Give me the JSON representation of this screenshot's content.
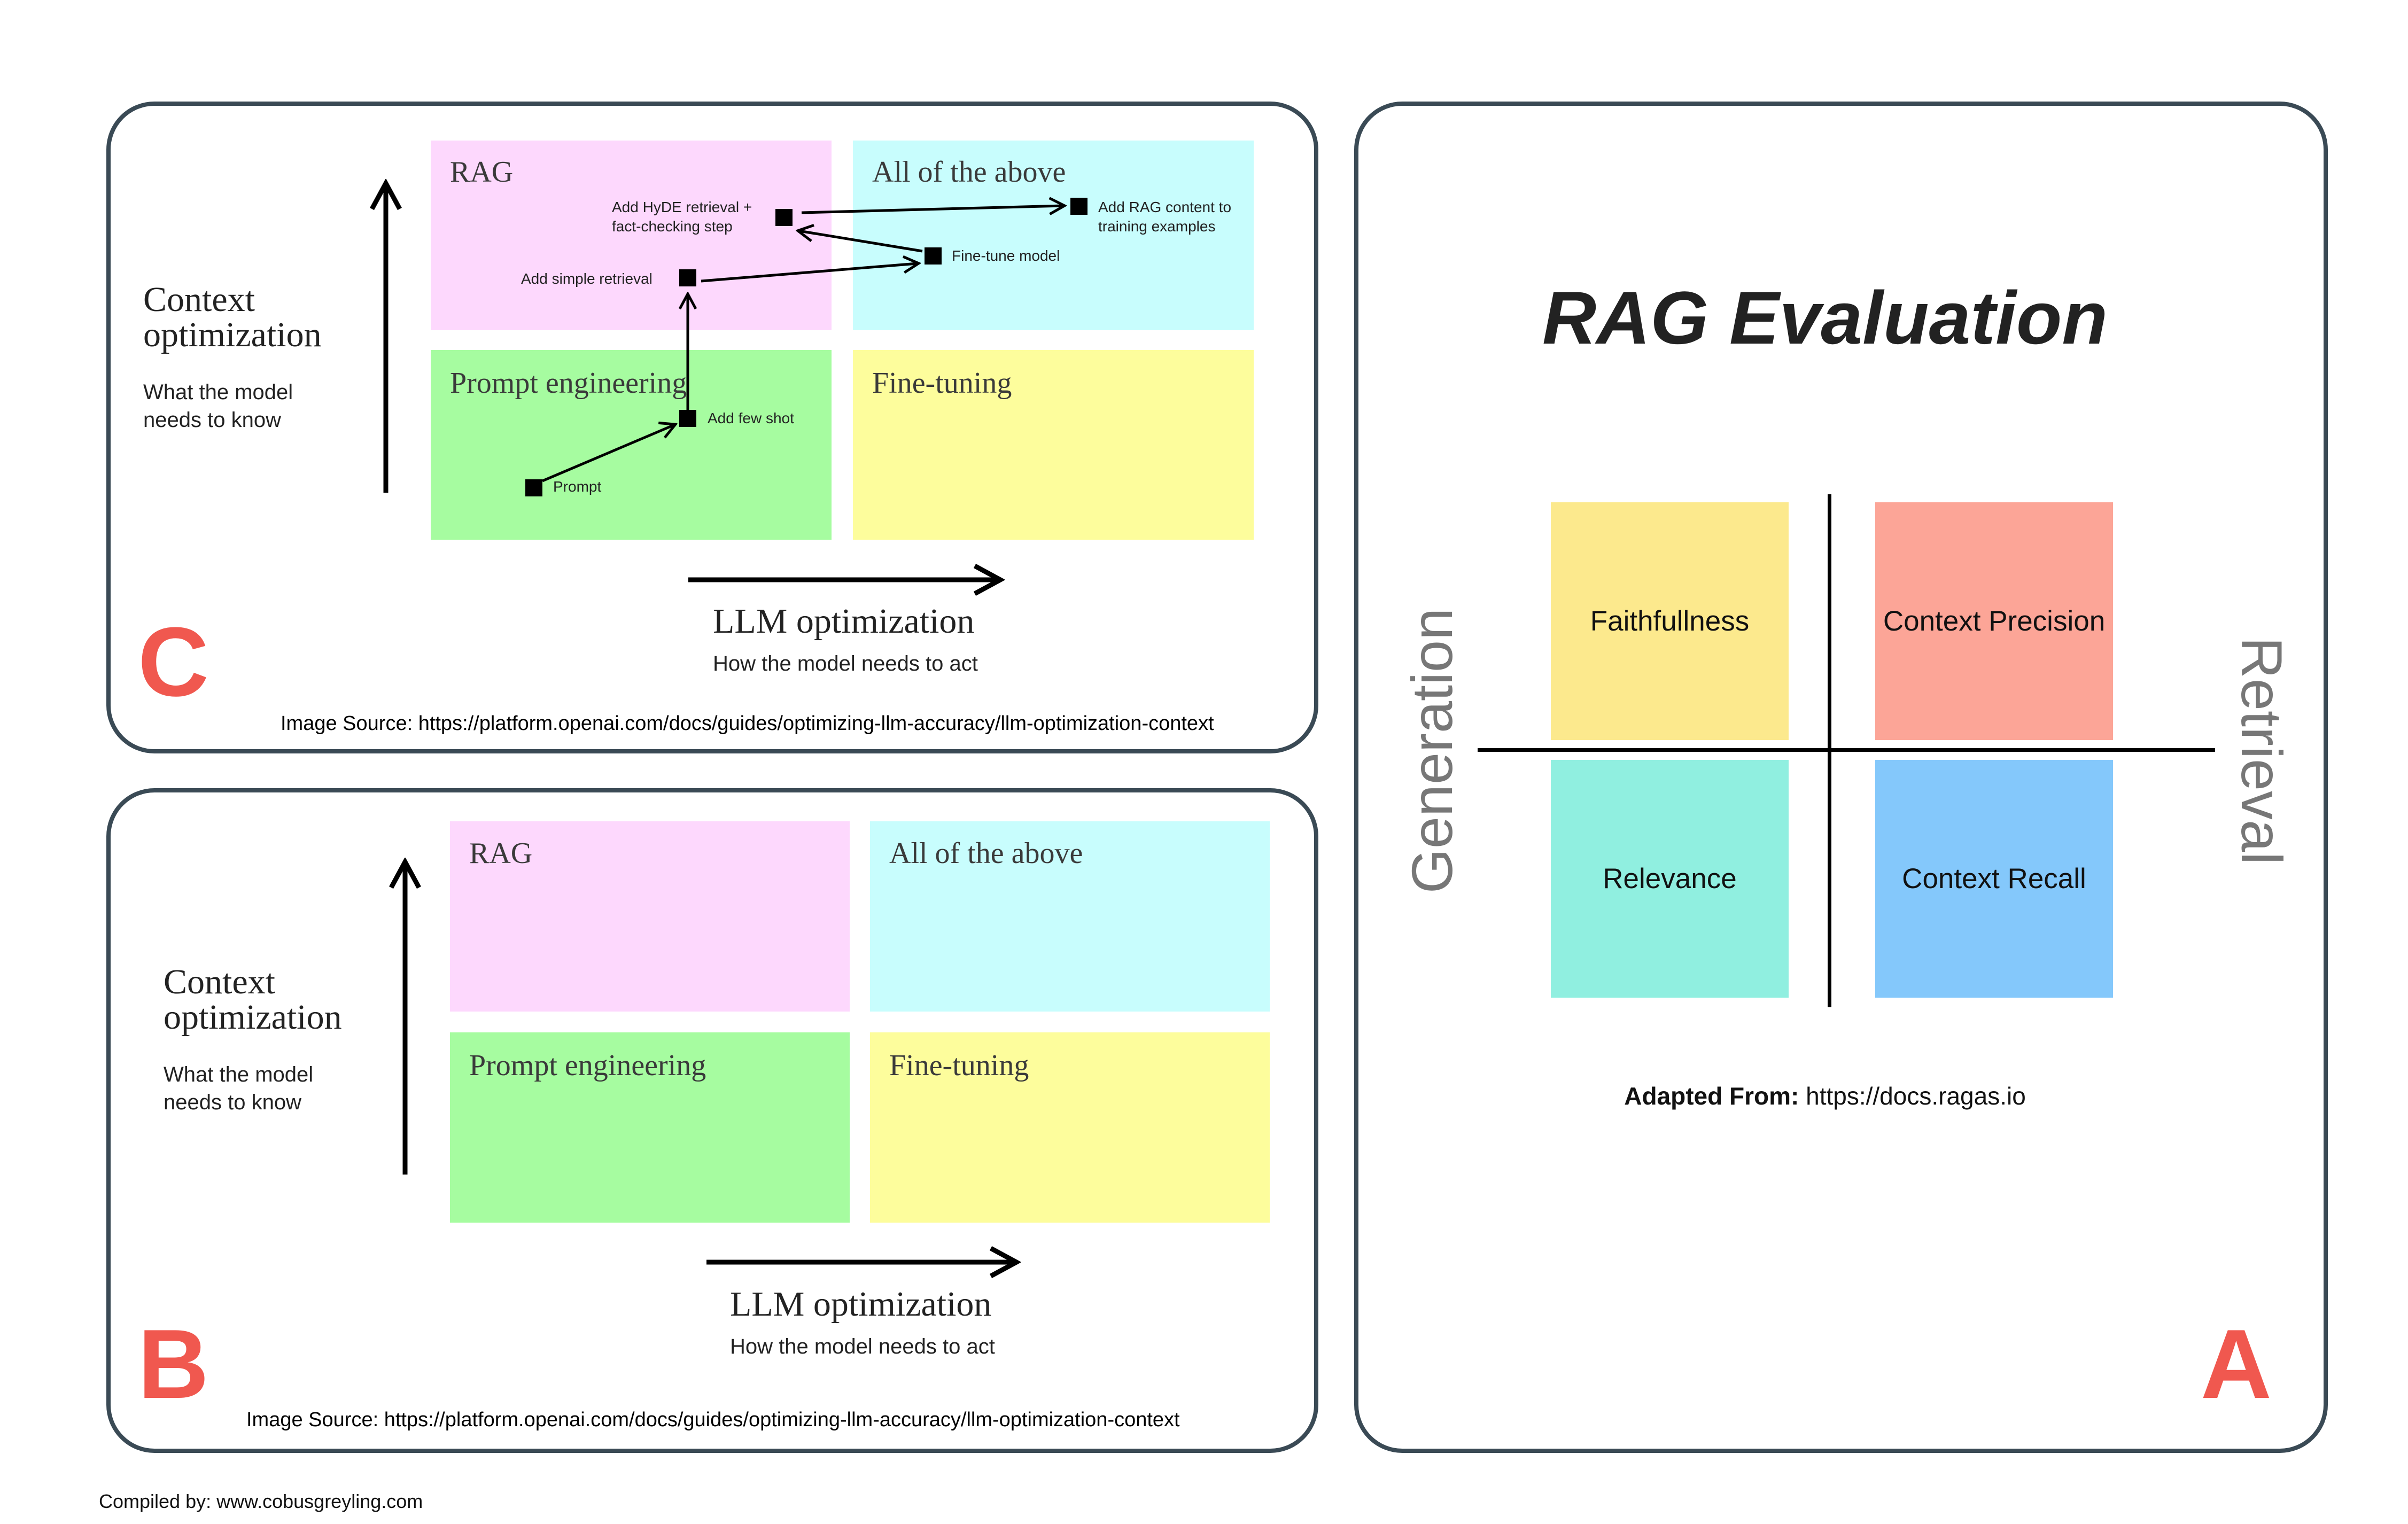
{
  "panel_c": {
    "letter": "C",
    "quadrants": {
      "rag": "RAG",
      "all": "All of the above",
      "prompt": "Prompt engineering",
      "finetune": "Fine-tuning"
    },
    "y_axis": {
      "title": "Context\noptimization",
      "subtitle": "What the model\nneeds to know"
    },
    "x_axis": {
      "title": "LLM optimization",
      "subtitle": "How the model needs to act"
    },
    "points": {
      "prompt": "Prompt",
      "few_shot": "Add few shot",
      "simple_retrieval": "Add simple retrieval",
      "hyde": "Add HyDE retrieval +\nfact-checking step",
      "fine_tune": "Fine-tune model",
      "rag_content": "Add RAG content to\ntraining examples"
    },
    "source": "Image Source: https://platform.openai.com/docs/guides/optimizing-llm-accuracy/llm-optimization-context"
  },
  "panel_b": {
    "letter": "B",
    "quadrants": {
      "rag": "RAG",
      "all": "All of the above",
      "prompt": "Prompt engineering",
      "finetune": "Fine-tuning"
    },
    "y_axis": {
      "title": "Context\noptimization",
      "subtitle": "What the model\nneeds to know"
    },
    "x_axis": {
      "title": "LLM optimization",
      "subtitle": "How the model needs to act"
    },
    "source": "Image Source: https://platform.openai.com/docs/guides/optimizing-llm-accuracy/llm-optimization-context"
  },
  "panel_a": {
    "letter": "A",
    "title": "RAG Evaluation",
    "left_label": "Generation",
    "right_label": "Retrieval",
    "boxes": {
      "faithfulness": "Faithfullness",
      "context_precision": "Context Precision",
      "relevance": "Relevance",
      "context_recall": "Context Recall"
    },
    "adapted_label": "Adapted From:",
    "adapted_url": "https://docs.ragas.io"
  },
  "footer": "Compiled by: www.cobusgreyling.com",
  "colors": {
    "border": "#3a4a55",
    "letter": "#f0584f",
    "rag_quad": "#fdd8fd",
    "all_quad": "#c8fdfd",
    "prompt_quad": "#a6fca0",
    "finetune_quad": "#fdfd9c",
    "faithfulness": "#fce98d",
    "context_precision": "#fca597",
    "relevance": "#90efe0",
    "context_recall": "#84c8fb"
  }
}
